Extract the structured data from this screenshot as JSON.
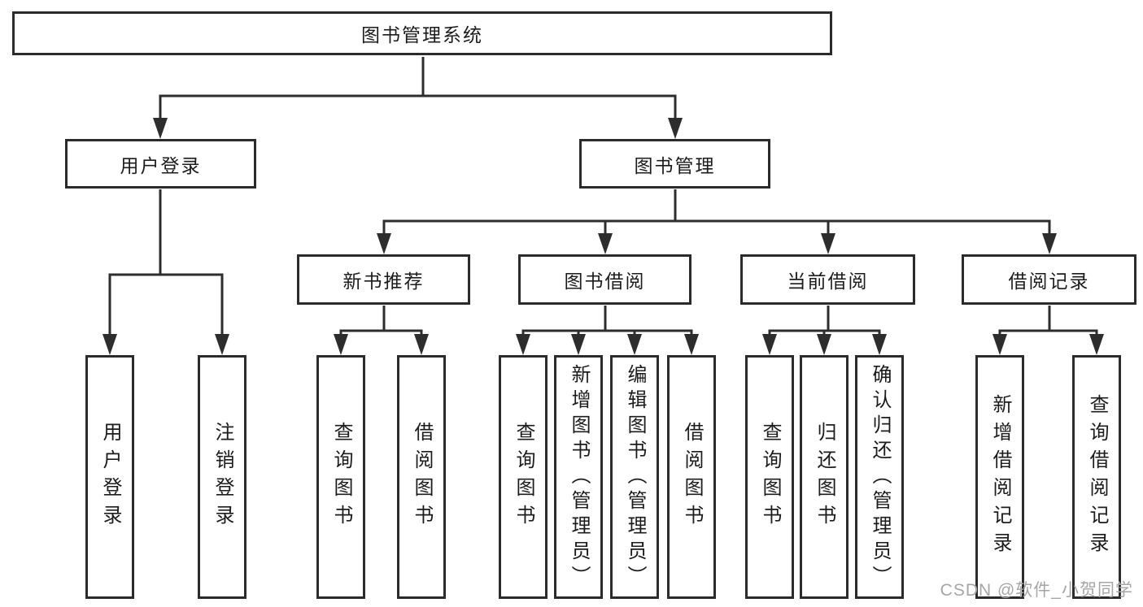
{
  "diagram": {
    "root": {
      "label": "图书管理系统"
    },
    "branches": {
      "user_login": {
        "label": "用户登录"
      },
      "book_mgmt": {
        "label": "图书管理"
      }
    },
    "modules": {
      "new_book": {
        "label": "新书推荐"
      },
      "book_borrow": {
        "label": "图书借阅"
      },
      "current_borrow": {
        "label": "当前借阅"
      },
      "borrow_record": {
        "label": "借阅记录"
      }
    },
    "leaves": {
      "user_login": {
        "label": "用户登录"
      },
      "logout": {
        "label": "注销登录"
      },
      "nb_query": {
        "label": "查询图书"
      },
      "nb_borrow": {
        "label": "借阅图书"
      },
      "bb_query": {
        "label": "查询图书"
      },
      "bb_add": {
        "label": "新增图书（管理员）"
      },
      "bb_edit": {
        "label": "编辑图书（管理员）"
      },
      "bb_borrow": {
        "label": "借阅图书"
      },
      "cb_query": {
        "label": "查询图书"
      },
      "cb_return": {
        "label": "归还图书"
      },
      "cb_confirm": {
        "label": "确认归还（管理员）"
      },
      "br_add": {
        "label": "新增借阅记录"
      },
      "br_query": {
        "label": "查询借阅记录"
      }
    }
  },
  "watermark": {
    "text": "CSDN @软件_小贺同学",
    "color": "#a6a6a6"
  },
  "colors": {
    "line": "#2d2d2d",
    "box_border": "#2b2b2b",
    "box_bg": "#ffffff",
    "page_bg": "#ffffff"
  }
}
